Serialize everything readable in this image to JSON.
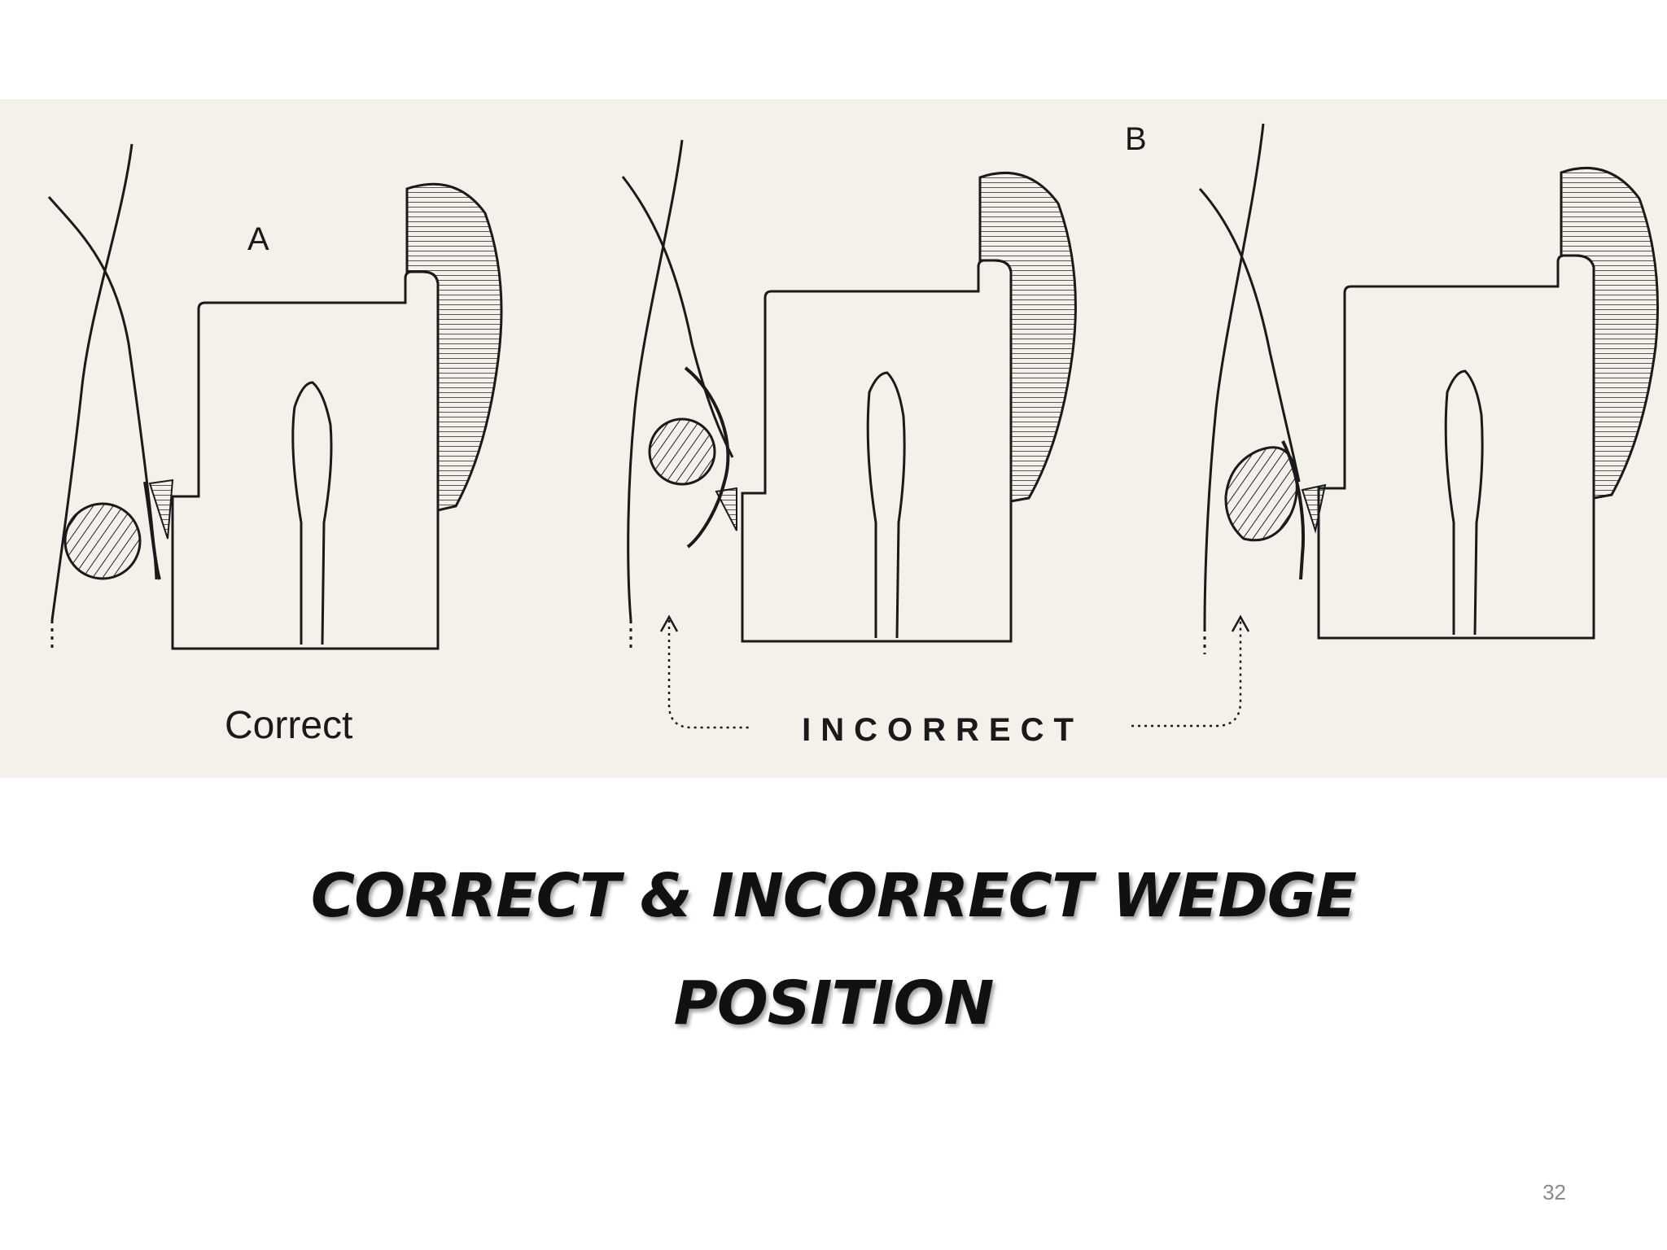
{
  "figure": {
    "label_a": "A",
    "label_b": "B",
    "caption_correct": "Correct",
    "caption_incorrect": "INCORRECT"
  },
  "title": {
    "line1": "CORRECT & INCORRECT WEDGE",
    "line2": "POSITION"
  },
  "page_number": "32",
  "colors": {
    "figure_background": "#f4f1ea",
    "ink": "#1a1a1a",
    "title": "#111111",
    "page_number": "#8a8a8a"
  }
}
